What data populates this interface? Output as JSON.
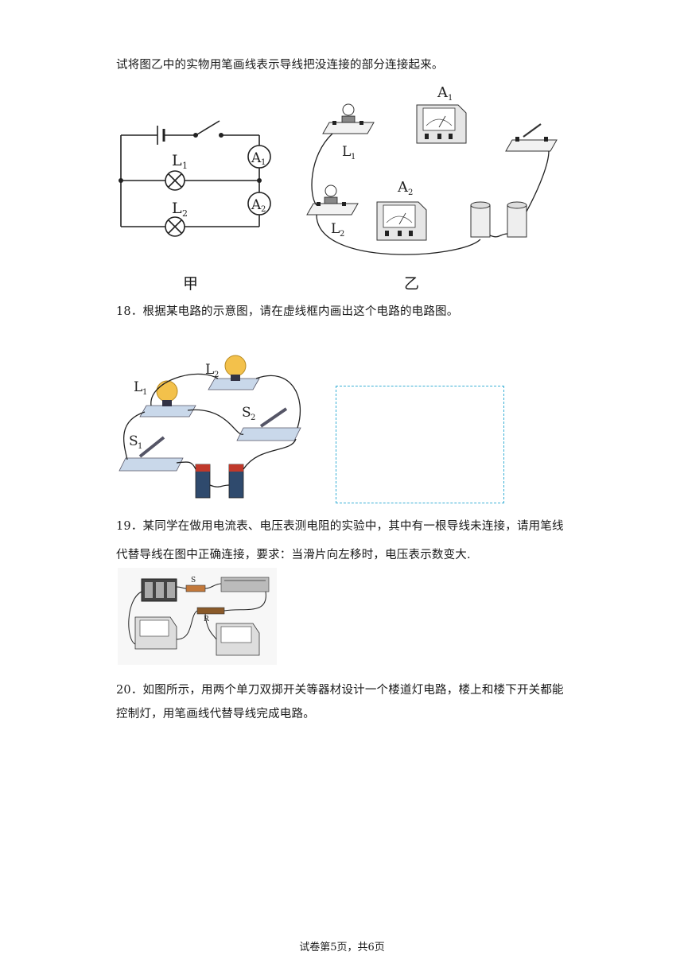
{
  "q17": {
    "intro": "试将图乙中的实物用笔画线表示导线把没连接的部分连接起来。",
    "fig_jia_label": "甲",
    "fig_yi_label": "乙",
    "l1": "L",
    "l1_sub": "1",
    "l2": "L",
    "l2_sub": "2",
    "a1": "A",
    "a1_sub": "1",
    "a2": "A",
    "a2_sub": "2"
  },
  "q18": {
    "text": "18．根据某电路的示意图，请在虚线框内画出这个电路的电路图。",
    "l1": "L",
    "l1_sub": "1",
    "l2": "L",
    "l2_sub": "2",
    "s1": "S",
    "s1_sub": "1",
    "s2": "S",
    "s2_sub": "2"
  },
  "q19": {
    "line1": "19．某同学在做用电流表、电压表测电阻的实验中，其中有一根导线未连接，请用笔线",
    "line2": "代替导线在图中正确连接，要求：当滑片向左移时，电压表示数变大.",
    "s_label": "S",
    "r_label": "R"
  },
  "q20": {
    "line1": "20．如图所示，用两个单刀双掷开关等器材设计一个楼道灯电路，楼上和楼下开关都能",
    "line2": "控制灯，用笔画线代替导线完成电路。"
  },
  "footer": "试卷第5页，共6页"
}
